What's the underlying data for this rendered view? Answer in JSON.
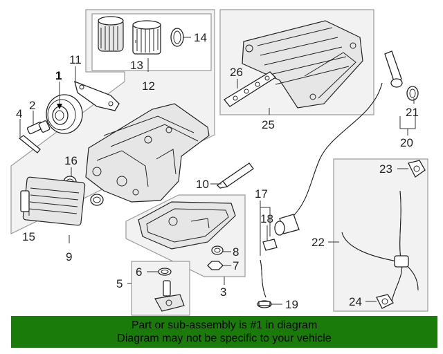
{
  "callouts": {
    "c1": "1",
    "c2": "2",
    "c3": "3",
    "c4": "4",
    "c5": "5",
    "c6": "6",
    "c7": "7",
    "c8": "8",
    "c9": "9",
    "c10": "10",
    "c11": "11",
    "c12": "12",
    "c13": "13",
    "c14": "14",
    "c15": "15",
    "c16": "16",
    "c17": "17",
    "c18": "18",
    "c19": "19",
    "c20": "20",
    "c21": "21",
    "c22": "22",
    "c23": "23",
    "c24": "24",
    "c25": "25",
    "c26": "26"
  },
  "highlighted_part": "1",
  "banner": {
    "line1": "Part or sub-assembly is #1 in diagram",
    "line2": "Diagram may not be specific to your vehicle",
    "background": "#1a7a0a"
  },
  "colors": {
    "panel": "#f2f2f2",
    "panel_border": "#9a9a9a",
    "linework": "#222222"
  }
}
